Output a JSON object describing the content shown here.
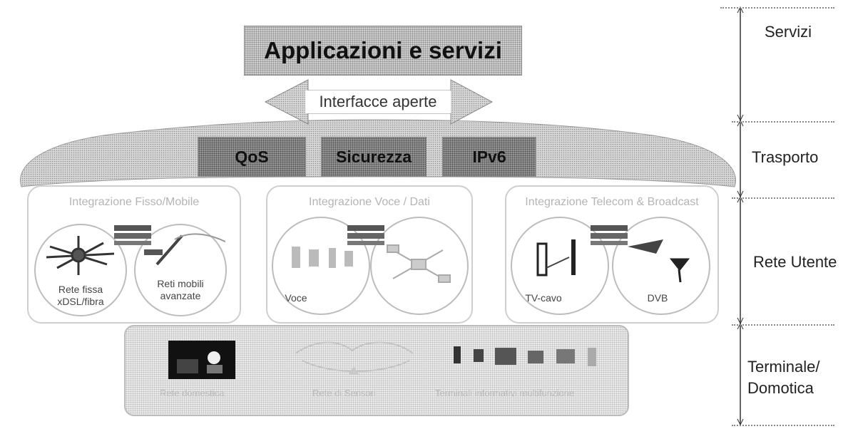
{
  "header": {
    "title": "Applicazioni e servizi"
  },
  "interfaces": {
    "label": "Interfacce aperte"
  },
  "features": [
    "QoS",
    "Sicurezza",
    "IPv6"
  ],
  "groups": [
    {
      "title": "Integrazione Fisso/Mobile",
      "circles": [
        "Rete fissa\nxDSL/fibra",
        "Reti mobili\navanzate"
      ]
    },
    {
      "title": "Integrazione Voce / Dati",
      "circles": [
        "Voce",
        ""
      ]
    },
    {
      "title": "Integrazione Telecom & Broadcast",
      "circles": [
        "TV-cavo",
        "DVB"
      ]
    }
  ],
  "terminals": {
    "home_network": "Rete domestica",
    "sensor_network": "Rete di Sensori",
    "multifunction_terminals": "Terminali informativi multifunzione"
  },
  "layers": [
    "Servizi",
    "Trasporto",
    "Rete Utente",
    "Terminale/\nDomotica"
  ]
}
